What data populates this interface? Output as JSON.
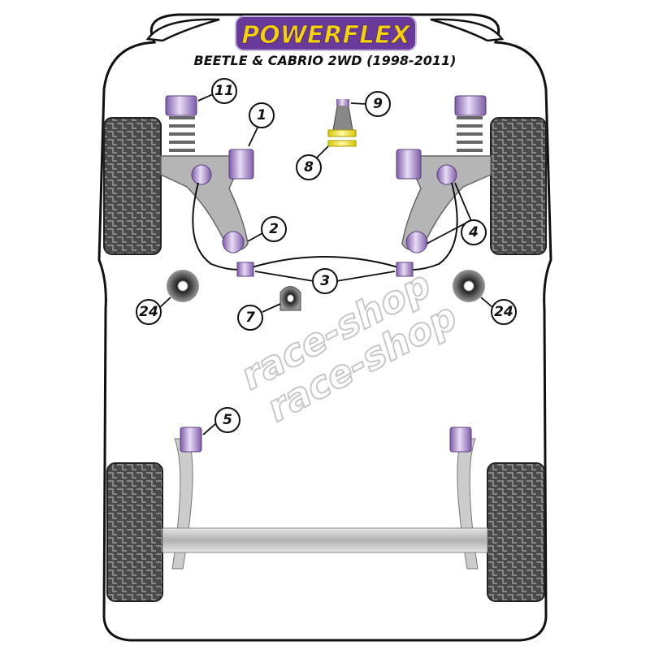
{
  "header": {
    "brand": "POWERFLEX",
    "model": "BEETLE & CABRIO 2WD (1998-2011)"
  },
  "watermark": "race-shop",
  "callouts": {
    "c11": "11",
    "c1": "1",
    "c9": "9",
    "c8": "8",
    "c2": "2",
    "c4": "4",
    "c3": "3",
    "c24l": "24",
    "c24r": "24",
    "c7": "7",
    "c5": "5"
  },
  "colors": {
    "bush_purple": "#a98bc9",
    "bush_yellow": "#f2e84a",
    "arm_gray": "#b5b5b5",
    "tyre": "#555555",
    "logo_purple": "#6a3a9a",
    "logo_yellow": "#f3d400"
  }
}
